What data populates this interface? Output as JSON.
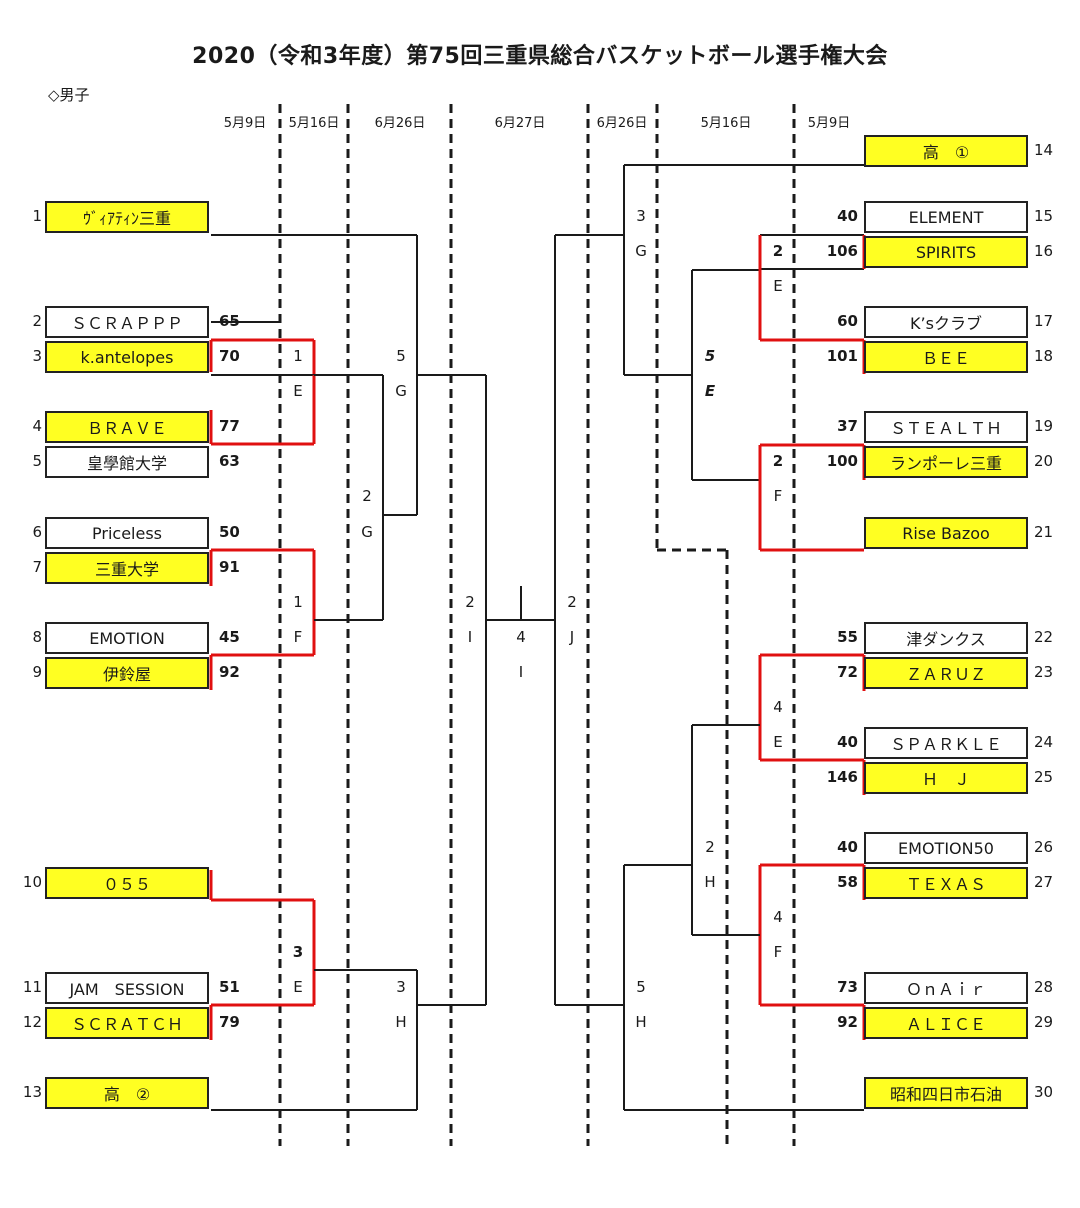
{
  "title": "2020（令和3年度）第75回三重県総合バスケットボール選手権大会",
  "category": "◇男子",
  "dates": [
    "5月9日",
    "5月16日",
    "6月26日",
    "6月27日",
    "6月26日",
    "5月16日",
    "5月9日"
  ],
  "colors": {
    "winner_fill": "#ffff22",
    "winner_line": "#e01010",
    "line": "#1a1a1a"
  },
  "teams_left": [
    {
      "seed": "1",
      "name": "ｳﾞｨｱﾃｨﾝ三重",
      "score": "",
      "win": true
    },
    {
      "seed": "2",
      "name": "ＳＣＲＡＰＰＰ",
      "score": "65",
      "win": false
    },
    {
      "seed": "3",
      "name": "k.antelopes",
      "score": "70",
      "win": true
    },
    {
      "seed": "4",
      "name": "ＢＲＡＶＥ",
      "score": "77",
      "win": true
    },
    {
      "seed": "5",
      "name": "皇學館大学",
      "score": "63",
      "win": false
    },
    {
      "seed": "6",
      "name": "Priceless",
      "score": "50",
      "win": false
    },
    {
      "seed": "7",
      "name": "三重大学",
      "score": "91",
      "win": true
    },
    {
      "seed": "8",
      "name": "EMOTION",
      "score": "45",
      "win": false
    },
    {
      "seed": "9",
      "name": "伊鈴屋",
      "score": "92",
      "win": true
    },
    {
      "seed": "10",
      "name": "０５５",
      "score": "",
      "win": true
    },
    {
      "seed": "11",
      "name": "JAM　SESSION",
      "score": "51",
      "win": false
    },
    {
      "seed": "12",
      "name": "ＳＣＲＡＴＣＨ",
      "score": "79",
      "win": true
    },
    {
      "seed": "13",
      "name": "高　②",
      "score": "",
      "win": true
    }
  ],
  "teams_right": [
    {
      "seed": "14",
      "name": "高　①",
      "score": "",
      "win": true
    },
    {
      "seed": "15",
      "name": "ELEMENT",
      "score": "40",
      "win": false
    },
    {
      "seed": "16",
      "name": "SPIRITS",
      "score": "106",
      "win": true
    },
    {
      "seed": "17",
      "name": "K’sクラブ",
      "score": "60",
      "win": false
    },
    {
      "seed": "18",
      "name": "ＢＥＥ",
      "score": "101",
      "win": true
    },
    {
      "seed": "19",
      "name": "ＳＴＥＡＬＴＨ",
      "score": "37",
      "win": false
    },
    {
      "seed": "20",
      "name": "ランポーレ三重",
      "score": "100",
      "win": true
    },
    {
      "seed": "21",
      "name": "Rise Bazoo",
      "score": "",
      "win": true
    },
    {
      "seed": "22",
      "name": "津ダンクス",
      "score": "55",
      "win": false
    },
    {
      "seed": "23",
      "name": "ＺＡＲＵＺ",
      "score": "72",
      "win": true
    },
    {
      "seed": "24",
      "name": "ＳＰＡＲＫＬＥ",
      "score": "40",
      "win": false
    },
    {
      "seed": "25",
      "name": "Ｈ　Ｊ",
      "score": "146",
      "win": true
    },
    {
      "seed": "26",
      "name": "EMOTION50",
      "score": "40",
      "win": false
    },
    {
      "seed": "27",
      "name": "ＴＥＸＡＳ",
      "score": "58",
      "win": true
    },
    {
      "seed": "28",
      "name": "ＯｎＡｉｒ",
      "score": "73",
      "win": false
    },
    {
      "seed": "29",
      "name": "ＡＬＩＣＥ",
      "score": "92",
      "win": true
    },
    {
      "seed": "30",
      "name": "昭和四日市石油",
      "score": "",
      "win": true
    }
  ],
  "match_labels": [
    {
      "text": "1"
    },
    {
      "text": "E"
    },
    {
      "text": "1"
    },
    {
      "text": "F"
    },
    {
      "text": "3"
    },
    {
      "text": "E"
    },
    {
      "text": "2"
    },
    {
      "text": "G"
    },
    {
      "text": "5"
    },
    {
      "text": "G"
    },
    {
      "text": "3"
    },
    {
      "text": "H"
    },
    {
      "text": "2"
    },
    {
      "text": "I"
    },
    {
      "text": "4"
    },
    {
      "text": "I"
    },
    {
      "text": "2"
    },
    {
      "text": "J"
    },
    {
      "text": "3"
    },
    {
      "text": "G"
    },
    {
      "text": "5"
    },
    {
      "text": "H"
    },
    {
      "text": "5"
    },
    {
      "text": "E"
    },
    {
      "text": "2"
    },
    {
      "text": "H"
    },
    {
      "text": "2"
    },
    {
      "text": "E"
    },
    {
      "text": "2"
    },
    {
      "text": "F"
    },
    {
      "text": "4"
    },
    {
      "text": "E"
    },
    {
      "text": "4"
    },
    {
      "text": "F"
    }
  ]
}
